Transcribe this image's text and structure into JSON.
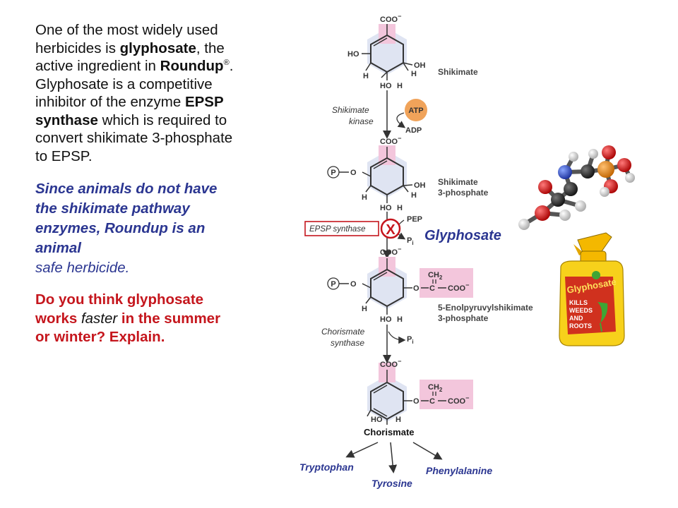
{
  "intro": {
    "t1": "One of the most widely used herbicides is ",
    "glyphosate": "glyphosate",
    "t2": ", the active ingredient in ",
    "roundup": "Roundup",
    "reg": "®",
    "t3": ". Glyphosate is a competitive inhibitor of the enzyme ",
    "epsp": "EPSP synthase",
    "t4": " which is required to convert shikimate 3-phosphate to EPSP."
  },
  "animal_note": {
    "a": "Since animals do not have the shikimate pathway enzymes, Roundup is an animal",
    "b": "safe herbicide."
  },
  "question": {
    "a": "Do you think glyphosate works ",
    "faster": "faster",
    "b": " in the summer or winter? Explain."
  },
  "pathway": {
    "shikimate": "Shikimate",
    "kinase_1": "Shikimate",
    "kinase_2": "kinase",
    "atp": "ATP",
    "adp": "ADP",
    "s3p_1": "Shikimate",
    "s3p_2": "3-phosphate",
    "epsp_synthase": "EPSP synthase",
    "pep": "PEP",
    "pi": "P",
    "pi_sub": "i",
    "inhibitor_mark": "X",
    "glyphosate": "Glyphosate",
    "epsp_1": "5-Enolpyruvylshikimate",
    "epsp_2": "3-phosphate",
    "cs_1": "Chorismate",
    "cs_2": "synthase",
    "chorismate": "Chorismate",
    "tryptophan": "Tryptophan",
    "tyrosine": "Tyrosine",
    "phenylalanine": "Phenylalanine",
    "coo": "COO",
    "ho": "HO",
    "oh": "OH",
    "h": "H",
    "o": "O",
    "p": "P",
    "c": "C",
    "ch2": "CH",
    "ch2_sub": "2"
  },
  "bottle": {
    "label": "Glyphosate",
    "claim_1": "KILLS",
    "claim_2": "WEEDS",
    "claim_3": "AND",
    "claim_4": "ROOTS"
  },
  "colors": {
    "enzyme_box": "#c5161d",
    "glyphosate_text": "#2b3691",
    "atp_circle": "#f0a35a",
    "pink_highlight": "#f3c6dc",
    "blue_highlight": "#c5cde8"
  }
}
